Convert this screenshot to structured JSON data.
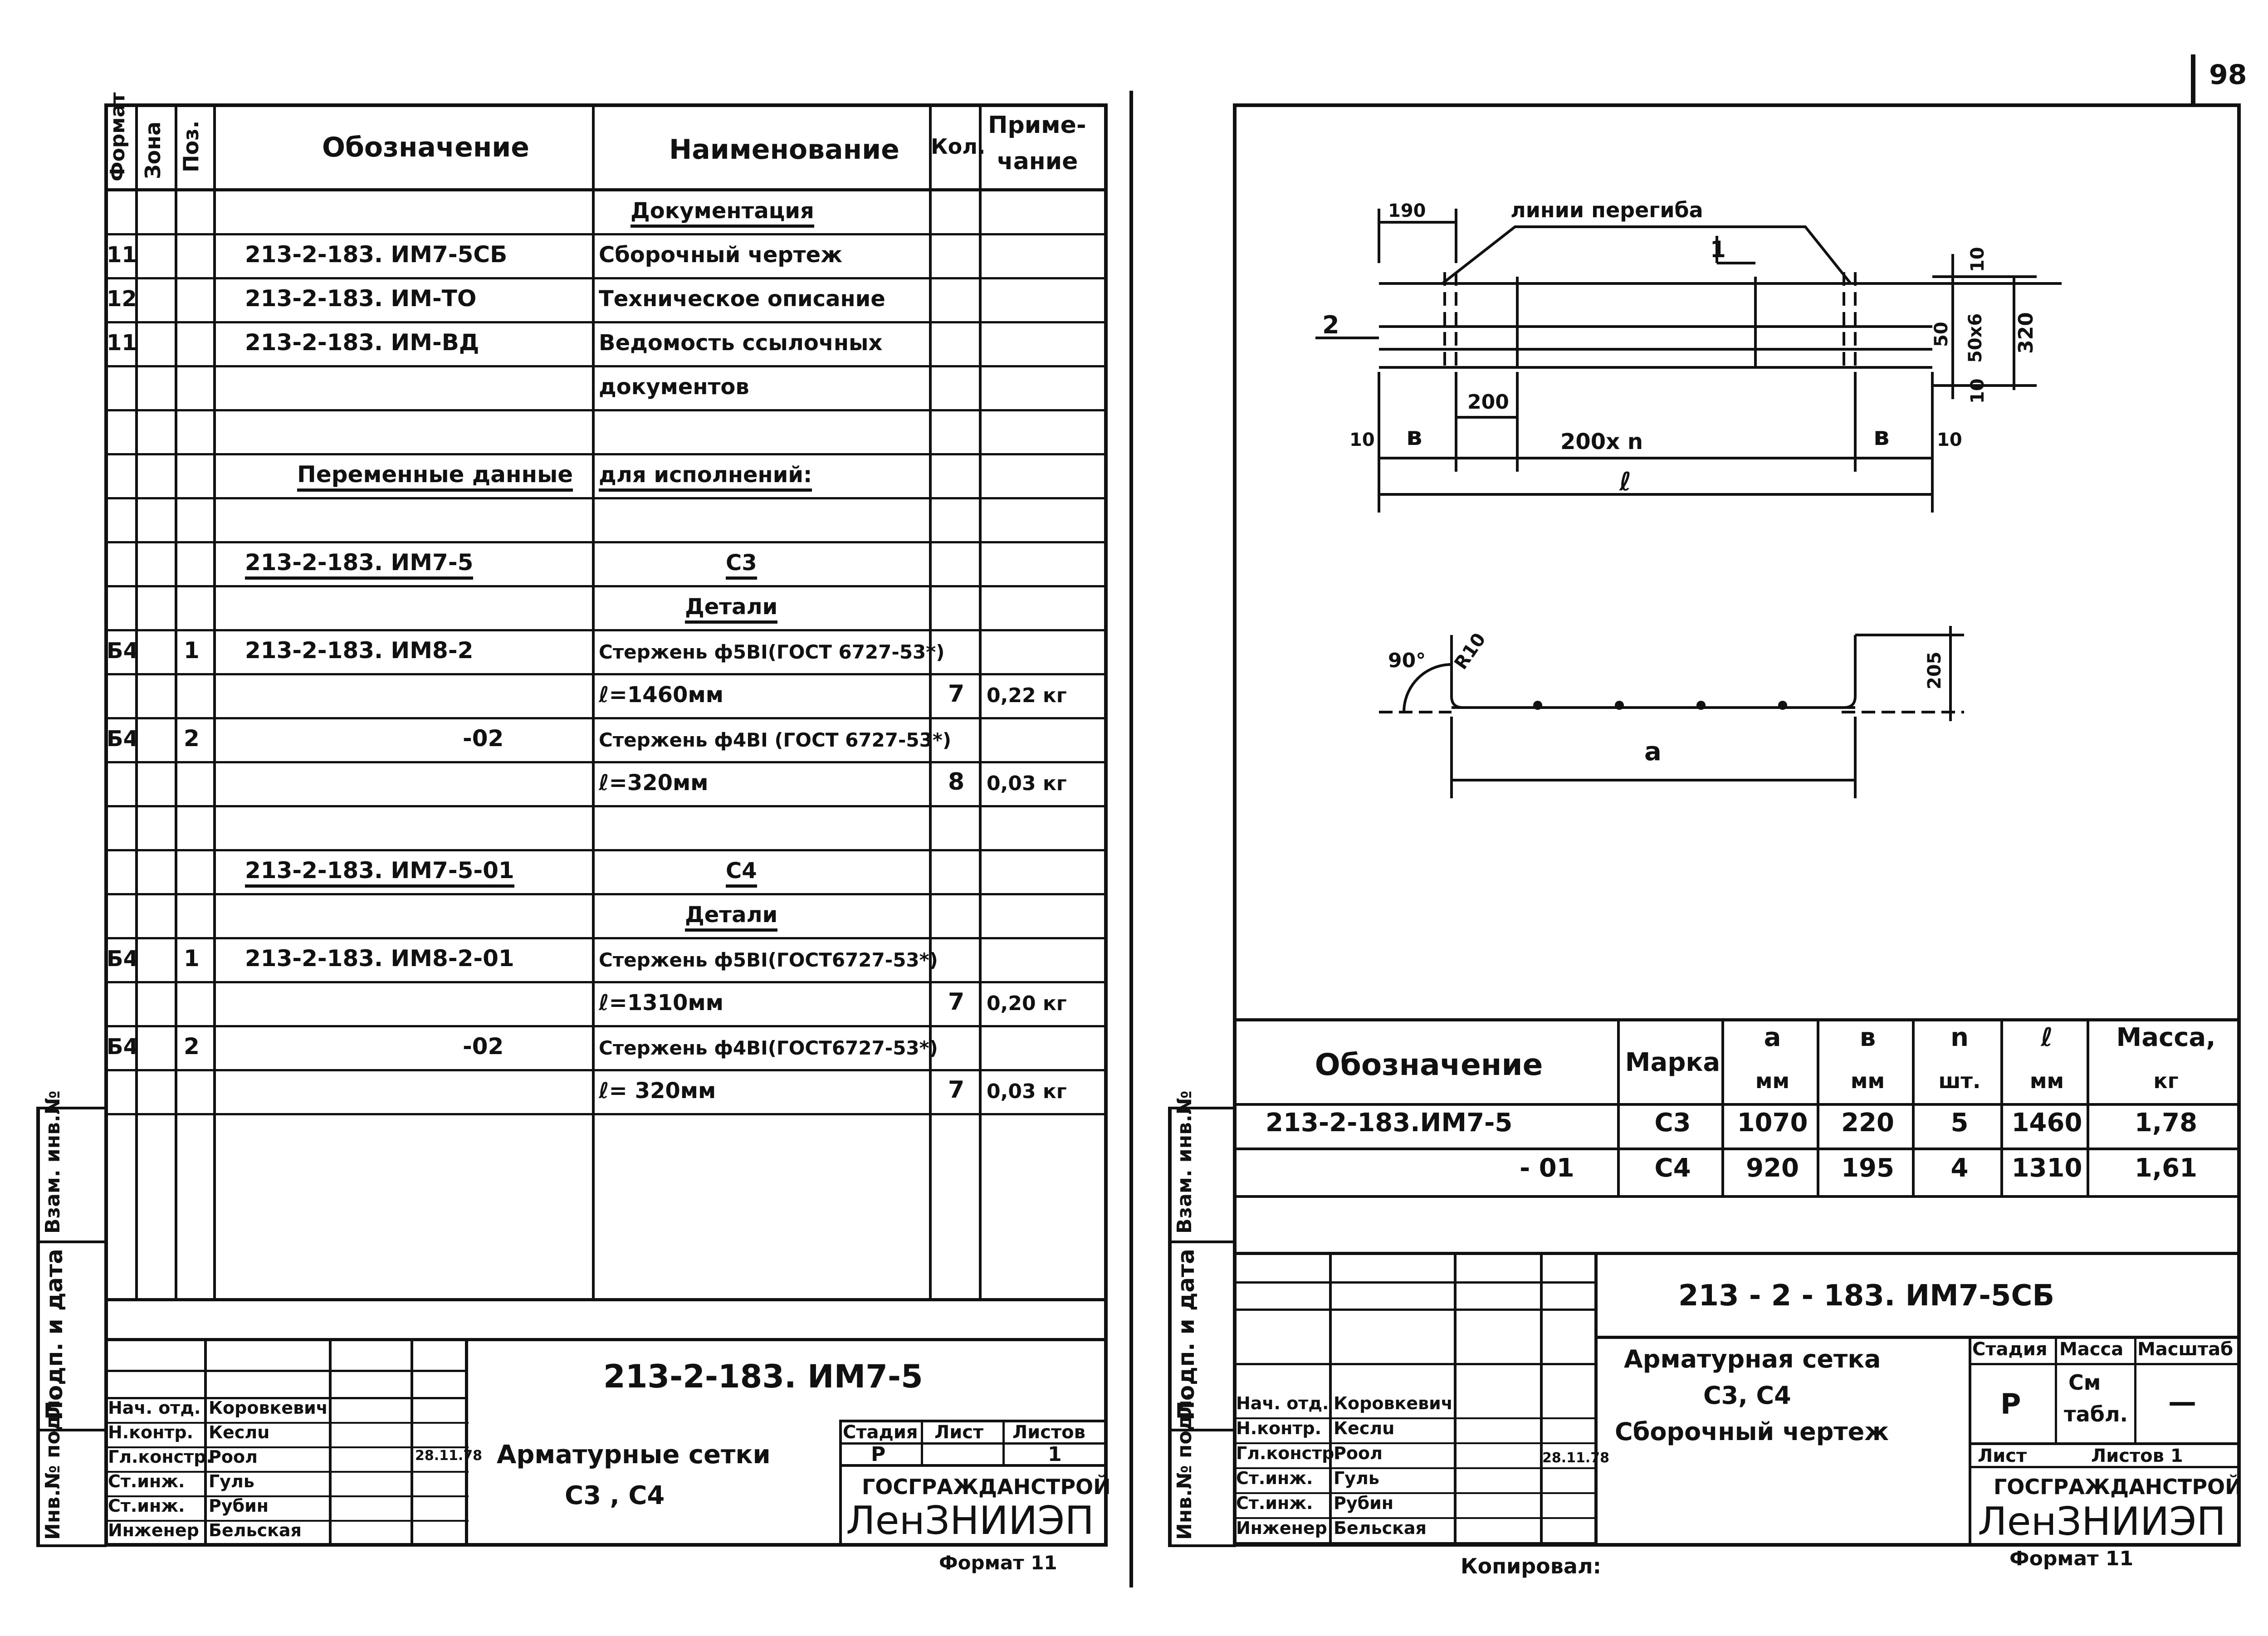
{
  "page_number": "98",
  "left_sheet": {
    "header": {
      "format": "Формат",
      "zone": "Зона",
      "pos": "Поз.",
      "designation": "Обозначение",
      "name": "Наименование",
      "qty": "Кол.",
      "note1": "Приме-",
      "note2": "чание"
    },
    "rows": [
      {
        "fmt": "",
        "pos": "",
        "des": "",
        "name": "Документация",
        "qty": "",
        "note": "",
        "name_underline": true
      },
      {
        "fmt": "11",
        "pos": "",
        "des": "213-2-183. ИМ7-5СБ",
        "name": "Сборочный чертеж",
        "qty": "",
        "note": ""
      },
      {
        "fmt": "12",
        "pos": "",
        "des": "213-2-183. ИМ-ТО",
        "name": "Техническое описание",
        "qty": "",
        "note": ""
      },
      {
        "fmt": "11",
        "pos": "",
        "des": "213-2-183. ИМ-ВД",
        "name": "Ведомость ссылочных",
        "qty": "",
        "note": ""
      },
      {
        "fmt": "",
        "pos": "",
        "des": "",
        "name": "документов",
        "qty": "",
        "note": ""
      },
      {
        "fmt": "",
        "pos": "",
        "des": "",
        "name": "",
        "qty": "",
        "note": ""
      },
      {
        "fmt": "",
        "pos": "",
        "des": "Переменные данные",
        "name": "для исполнений:",
        "qty": "",
        "note": "",
        "span_underline": true
      },
      {
        "fmt": "",
        "pos": "",
        "des": "",
        "name": "",
        "qty": "",
        "note": ""
      },
      {
        "fmt": "",
        "pos": "",
        "des": "213-2-183. ИМ7-5",
        "name": "С3",
        "qty": "",
        "note": "",
        "des_underline": true,
        "name_underline": true
      },
      {
        "fmt": "",
        "pos": "",
        "des": "",
        "name": "Детали",
        "qty": "",
        "note": "",
        "name_underline": true
      },
      {
        "fmt": "Б4",
        "pos": "1",
        "des": "213-2-183. ИМ8-2",
        "name": "Стержень ф5ВI(ГОСТ 6727-53*)",
        "qty": "",
        "note": ""
      },
      {
        "fmt": "",
        "pos": "",
        "des": "",
        "name": "ℓ=1460мм",
        "qty": "7",
        "note": "0,22 кг"
      },
      {
        "fmt": "Б4",
        "pos": "2",
        "des": "-02",
        "name": "Стержень ф4ВI (ГОСТ 6727-53*)",
        "qty": "",
        "note": ""
      },
      {
        "fmt": "",
        "pos": "",
        "des": "",
        "name": "ℓ=320мм",
        "qty": "8",
        "note": "0,03 кг"
      },
      {
        "fmt": "",
        "pos": "",
        "des": "",
        "name": "",
        "qty": "",
        "note": ""
      },
      {
        "fmt": "",
        "pos": "",
        "des": "213-2-183. ИМ7-5-01",
        "name": "С4",
        "qty": "",
        "note": "",
        "des_underline": true,
        "name_underline": true
      },
      {
        "fmt": "",
        "pos": "",
        "des": "",
        "name": "Детали",
        "qty": "",
        "note": "",
        "name_underline": true
      },
      {
        "fmt": "Б4",
        "pos": "1",
        "des": "213-2-183. ИМ8-2-01",
        "name": "Стержень ф5ВI(ГОСТ6727-53*)",
        "qty": "",
        "note": ""
      },
      {
        "fmt": "",
        "pos": "",
        "des": "",
        "name": "ℓ=1310мм",
        "qty": "7",
        "note": "0,20 кг"
      },
      {
        "fmt": "Б4",
        "pos": "2",
        "des": "-02",
        "name": "Стержень ф4ВI(ГОСТ6727-53*)",
        "qty": "",
        "note": ""
      },
      {
        "fmt": "",
        "pos": "",
        "des": "",
        "name": "ℓ= 320мм",
        "qty": "7",
        "note": "0,03 кг"
      }
    ],
    "side_labels": {
      "inv_vzam": "Взам. инв.№",
      "podp_data": "Подп. и дата",
      "inv_podl": "Инв.№ подл."
    },
    "title_block": {
      "code": "213-2-183. ИМ7-5",
      "title_line1": "Арматурные сетки",
      "title_line2": "С3 , С4",
      "stage_label": "Стадия",
      "sheet_label": "Лист",
      "sheets_label": "Листов",
      "stage": "Р",
      "sheets": "1",
      "org1": "ГОСГРАЖДАНСТРОЙ",
      "org2": "ЛенЗНИИЭП",
      "signatures": [
        {
          "role": "Нач. отд.",
          "name": "Коровкевич"
        },
        {
          "role": "Н.контр.",
          "name": "Кеслu"
        },
        {
          "role": "Гл.констр.",
          "name": "Роол"
        },
        {
          "role": "Ст.инж.",
          "name": "Гуль"
        },
        {
          "role": "Ст.инж.",
          "name": "Рубин"
        },
        {
          "role": "Инженер",
          "name": "Бельская"
        }
      ],
      "date": "28.11.78"
    },
    "format": "Формат 11"
  },
  "right_sheet": {
    "drawing": {
      "dim_190": "190",
      "label_bend": "линии перегиба",
      "label_1": "1",
      "label_2": "2",
      "dim_10a": "10",
      "dim_50": "50",
      "dim_50x6": "50х6",
      "dim_320": "320",
      "dim_10b": "10",
      "dim_200": "200",
      "dim_10c": "10",
      "dim_b1": "в",
      "dim_200n": "200х n",
      "dim_b2": "в",
      "dim_10d": "10",
      "dim_l": "ℓ",
      "angle": "90°",
      "radius": "R10",
      "dim_205": "205",
      "dim_a": "a"
    },
    "table": {
      "headers": [
        "Обозначение",
        "Марка",
        "a",
        "в",
        "n",
        "ℓ",
        "Масса,"
      ],
      "units": [
        "",
        "",
        "мм",
        "мм",
        "шт.",
        "мм",
        "кг"
      ],
      "rows": [
        [
          "213-2-183.ИМ7-5",
          "С3",
          "1070",
          "220",
          "5",
          "1460",
          "1,78"
        ],
        [
          "- 01",
          "С4",
          "920",
          "195",
          "4",
          "1310",
          "1,61"
        ]
      ]
    },
    "side_labels": {
      "inv_vzam": "Взам. инв.№",
      "podp_data": "Подп. и дата",
      "inv_podl": "Инв.№ подл."
    },
    "title_block": {
      "code": "213 - 2 - 183. ИМ7-5СБ",
      "title_line1": "Арматурная сетка",
      "title_line2": "С3, С4",
      "title_line3": "Сборочный чертеж",
      "stage_label": "Стадия",
      "mass_label": "Масса",
      "scale_label": "Масштаб",
      "stage": "Р",
      "mass1": "См",
      "mass2": "табл.",
      "scale": "—",
      "sheet_label": "Лист",
      "sheets_label": "Листов 1",
      "org1": "ГОСГРАЖДАНСТРОЙ",
      "org2": "ЛенЗНИИЭП",
      "signatures": [
        {
          "role": "Нач. отд.",
          "name": "Коровкевич"
        },
        {
          "role": "Н.контр.",
          "name": "Кеслu"
        },
        {
          "role": "Гл.констр.",
          "name": "Роол"
        },
        {
          "role": "Ст.инж.",
          "name": "Гуль"
        },
        {
          "role": "Ст.инж.",
          "name": "Рубин"
        },
        {
          "role": "Инженер",
          "name": "Бельская"
        }
      ],
      "date": "28.11.78"
    },
    "copied": "Копировал:",
    "format": "Формат 11"
  }
}
